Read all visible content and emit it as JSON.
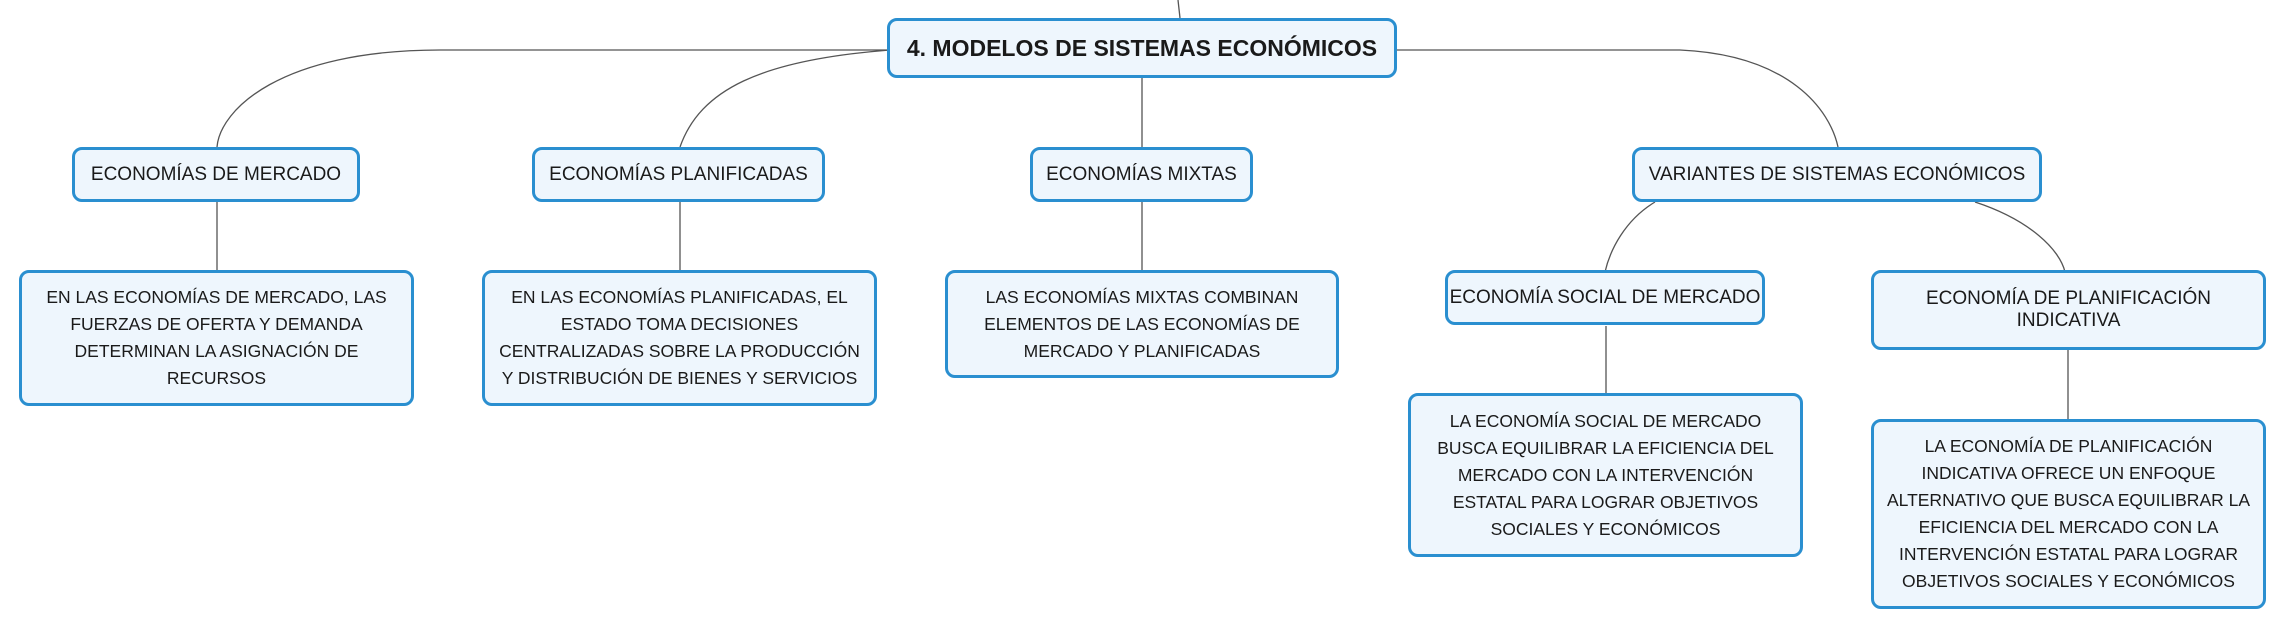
{
  "colors": {
    "node_fill": "#eef6fd",
    "node_border": "#2a8fd0",
    "connector": "#555555",
    "text": "#1a1a1a"
  },
  "mindmap": {
    "root": "4. MODELOS DE SISTEMAS ECONÓMICOS",
    "branches": [
      {
        "label": "ECONOMÍAS DE MERCADO",
        "detail": "EN LAS ECONOMÍAS DE MERCADO, LAS FUERZAS DE OFERTA Y DEMANDA DETERMINAN LA ASIGNACIÓN DE RECURSOS"
      },
      {
        "label": "ECONOMÍAS PLANIFICADAS",
        "detail": "EN LAS ECONOMÍAS PLANIFICADAS, EL ESTADO TOMA DECISIONES CENTRALIZADAS SOBRE LA PRODUCCIÓN Y DISTRIBUCIÓN DE BIENES Y SERVICIOS"
      },
      {
        "label": "ECONOMÍAS MIXTAS",
        "detail": "LAS ECONOMÍAS MIXTAS COMBINAN ELEMENTOS DE LAS ECONOMÍAS DE MERCADO Y PLANIFICADAS"
      },
      {
        "label": "VARIANTES DE SISTEMAS ECONÓMICOS",
        "children": [
          {
            "label": "ECONOMÍA SOCIAL DE MERCADO",
            "detail": "LA ECONOMÍA SOCIAL DE MERCADO BUSCA EQUILIBRAR LA EFICIENCIA DEL MERCADO CON LA INTERVENCIÓN ESTATAL PARA LOGRAR OBJETIVOS SOCIALES Y ECONÓMICOS"
          },
          {
            "label": "ECONOMÍA DE PLANIFICACIÓN INDICATIVA",
            "detail": "LA ECONOMÍA DE PLANIFICACIÓN INDICATIVA OFRECE UN ENFOQUE ALTERNATIVO QUE BUSCA EQUILIBRAR LA EFICIENCIA DEL MERCADO CON LA INTERVENCIÓN ESTATAL PARA LOGRAR OBJETIVOS SOCIALES Y ECONÓMICOS"
          }
        ]
      }
    ]
  }
}
